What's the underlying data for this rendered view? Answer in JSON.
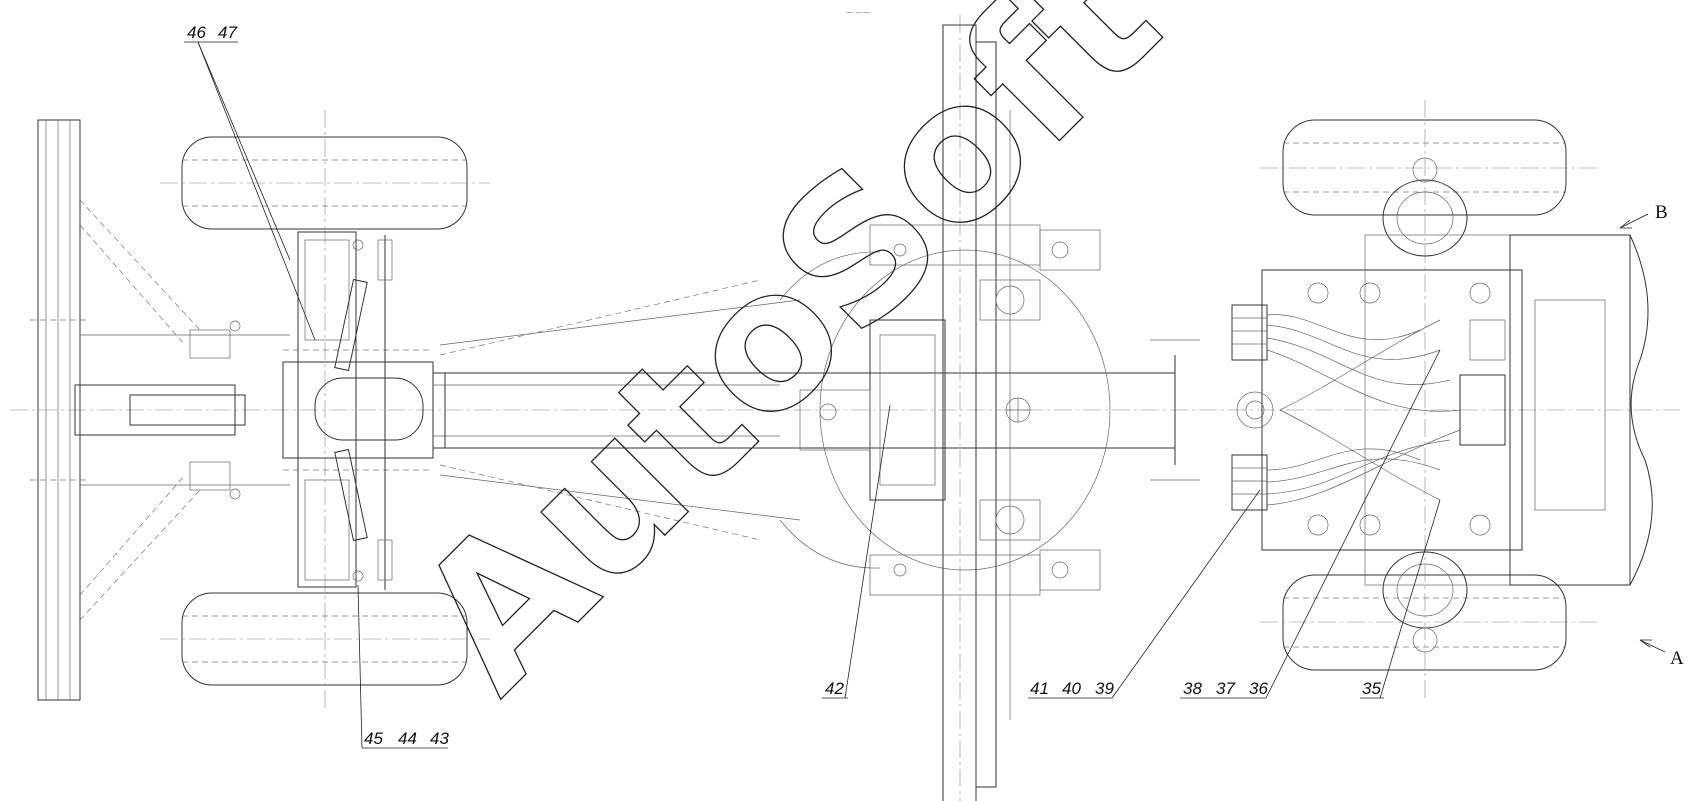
{
  "drawing": {
    "watermark": "AutoSoft",
    "top_mark": "ㅡ ㅡㅡ",
    "view_labels": {
      "a": "A",
      "b": "B"
    },
    "callouts": [
      {
        "group": "46-47",
        "numbers": [
          "46",
          "47"
        ]
      },
      {
        "group": "45-44-43",
        "numbers": [
          "45",
          "44",
          "43"
        ]
      },
      {
        "group": "42",
        "numbers": [
          "42"
        ]
      },
      {
        "group": "41-40-39",
        "numbers": [
          "41",
          "40",
          "39"
        ]
      },
      {
        "group": "38-37-36",
        "numbers": [
          "38",
          "37",
          "36"
        ]
      },
      {
        "group": "35",
        "numbers": [
          "35"
        ]
      }
    ]
  }
}
